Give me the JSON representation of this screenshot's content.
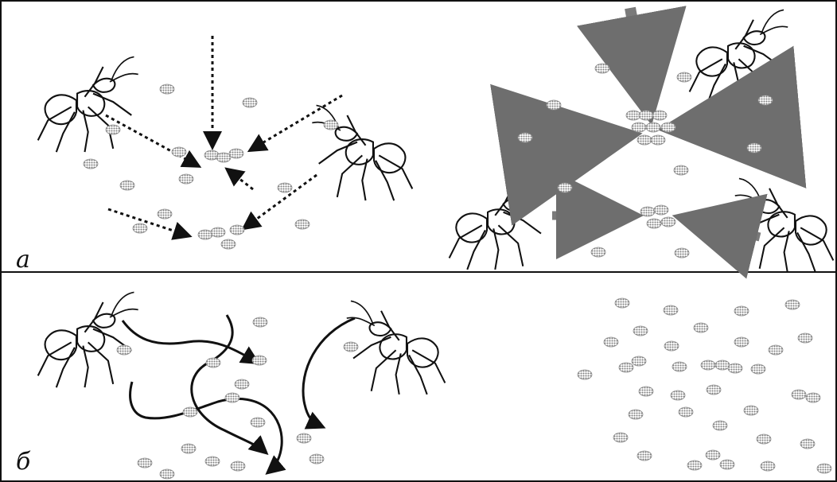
{
  "panels": {
    "a": {
      "label": "а"
    },
    "b": {
      "label": "б"
    }
  },
  "colors": {
    "ink": "#111111",
    "speck": "#9a9a9a",
    "arrow_gray": "#7a7a7a"
  },
  "figure_elements": {
    "ant_icon": "ant-icon",
    "speck_icon": "speck-icon",
    "dotted_arrow": "dotted-arrow",
    "thick_arrow": "thick-arrow",
    "curved_path": "curved-path"
  }
}
